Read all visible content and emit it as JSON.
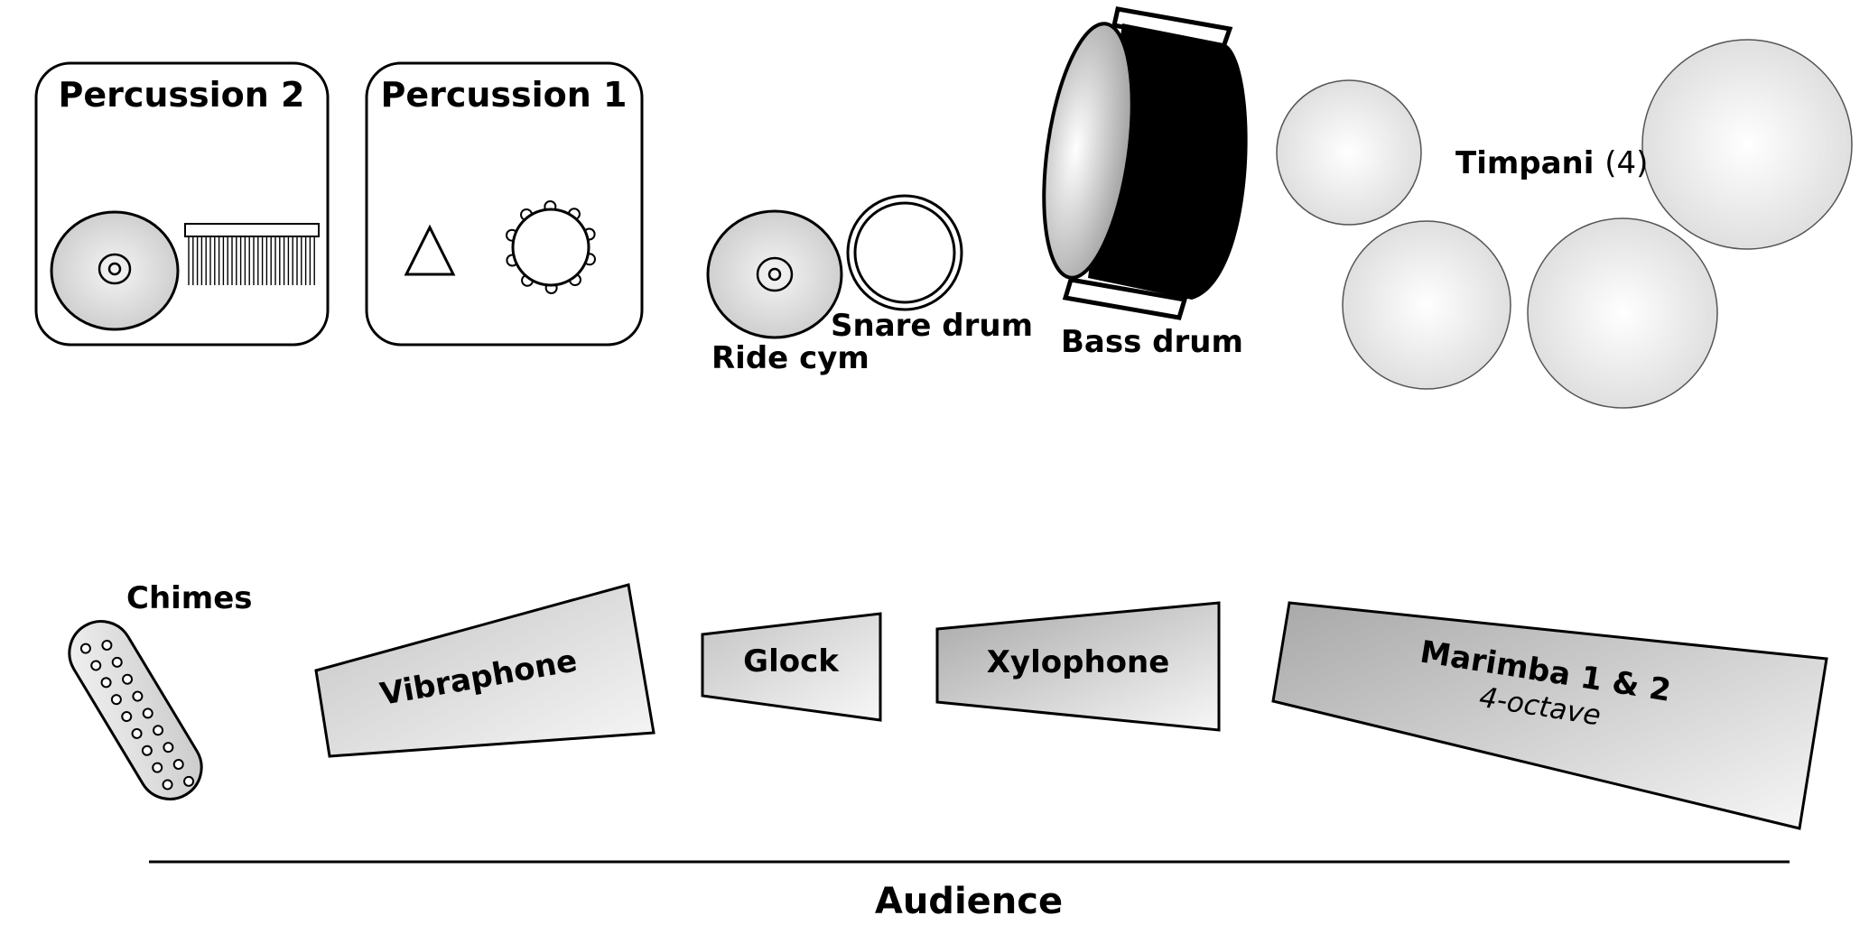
{
  "diagram": {
    "percussion_boxes": [
      {
        "title": "Percussion 2"
      },
      {
        "title": "Percussion 1"
      }
    ],
    "labels": {
      "ride_cym": "Ride cym",
      "snare_drum": "Snare drum",
      "bass_drum": "Bass drum",
      "timpani": "Timpani",
      "timpani_count": "(4)",
      "chimes": "Chimes",
      "vibraphone": "Vibraphone",
      "glock": "Glock",
      "xylophone": "Xylophone",
      "marimba": "Marimba 1 & 2",
      "marimba_range": "4-octave"
    },
    "audience": "Audience"
  }
}
